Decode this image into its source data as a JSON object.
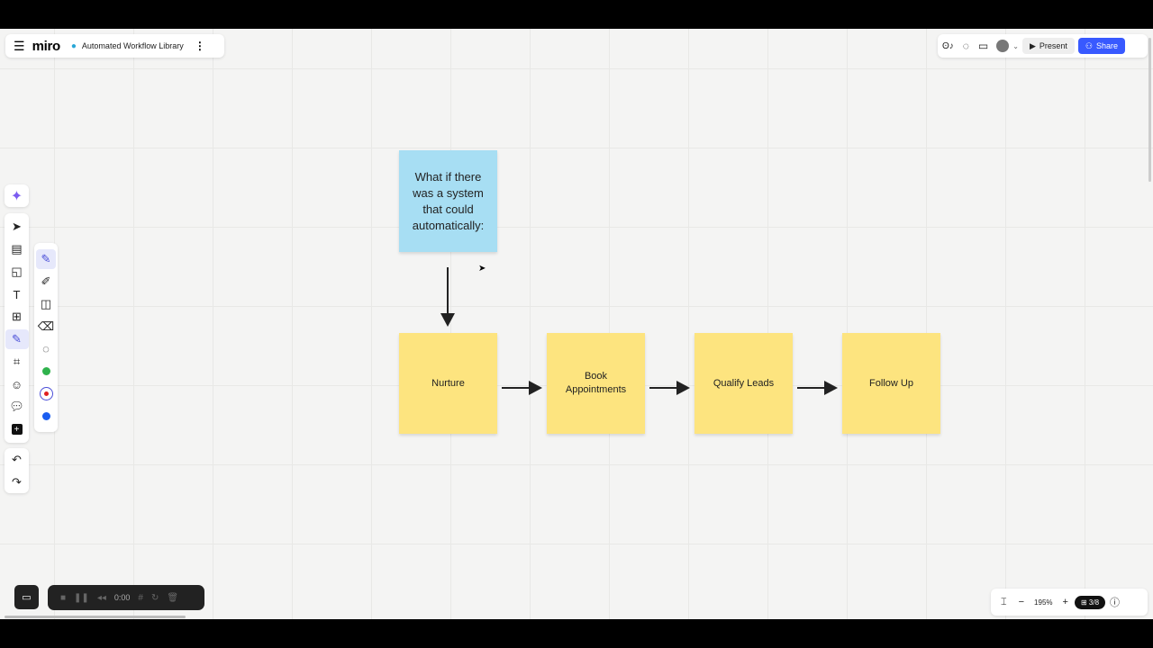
{
  "header": {
    "app": "miro",
    "board_title": "Automated Workflow Library",
    "present_label": "Present",
    "share_label": "Share",
    "reactions_icon": "reactions-icon",
    "chat_icon": "chat-icon",
    "video_icon": "video-icon"
  },
  "accent": "#3859ff",
  "toolbar": {
    "tools": [
      "select",
      "templates",
      "sticky-note",
      "text",
      "shapes",
      "pen",
      "frame",
      "stickers",
      "comment",
      "more"
    ],
    "pen_tools": [
      "pen",
      "highlighter",
      "shape-pen",
      "eraser",
      "lasso"
    ],
    "colors": [
      "#2fb24c",
      "#e02020",
      "#1a5df0"
    ]
  },
  "board": {
    "question": "What if there was a system that could automatically:",
    "steps": [
      "Nurture",
      "Book Appointments",
      "Qualify Leads",
      "Follow Up"
    ]
  },
  "recorder": {
    "time": "0:00"
  },
  "zoom": {
    "level": "195%",
    "pages": "3/8"
  }
}
